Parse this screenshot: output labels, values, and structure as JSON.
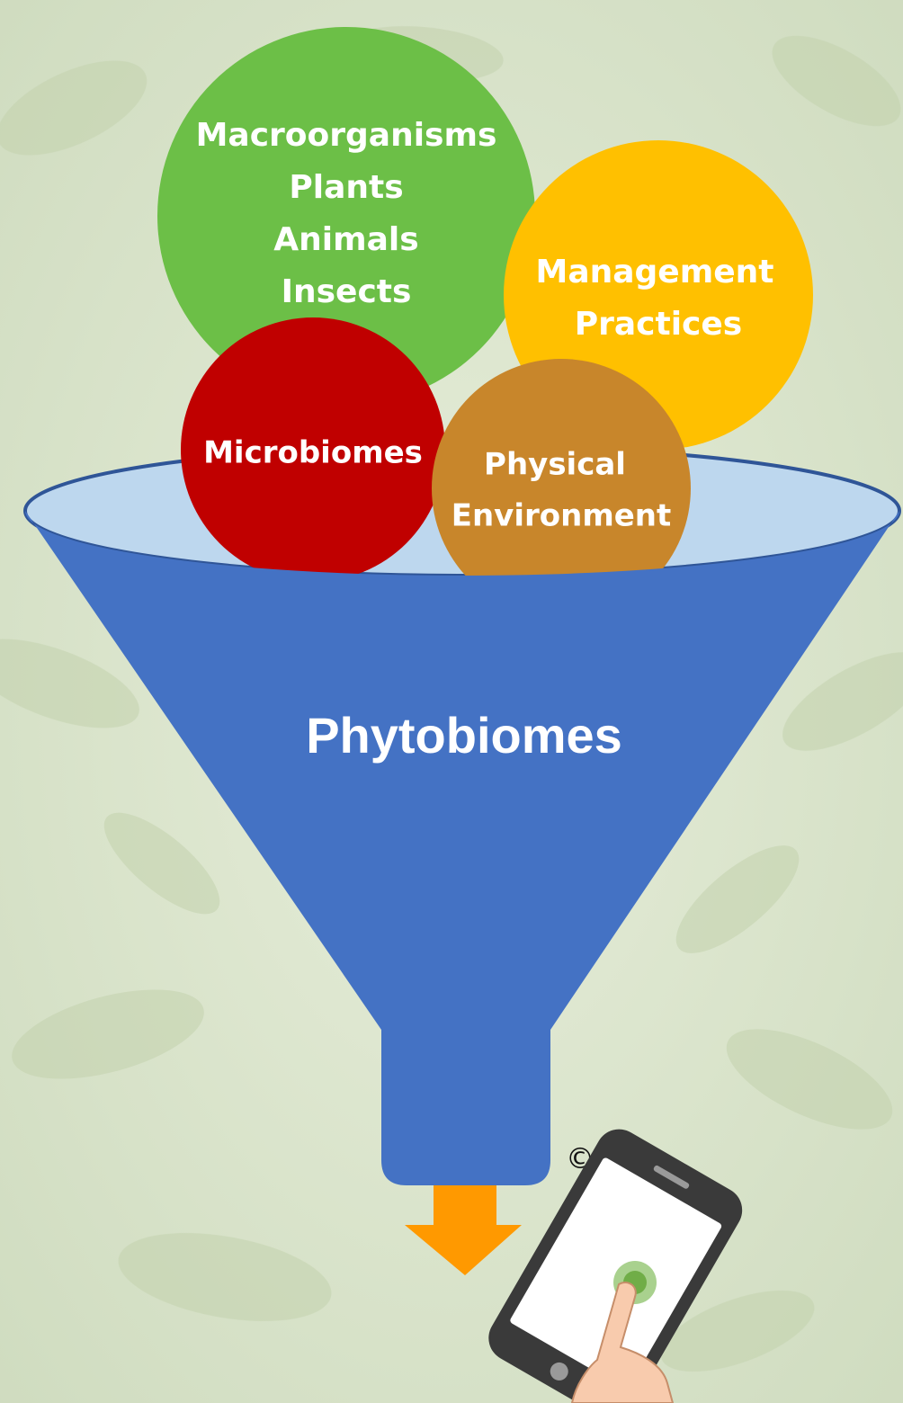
{
  "diagram": {
    "circles": {
      "macroorganisms": {
        "lines": [
          "Macroorganisms",
          "Plants",
          "Animals",
          "Insects"
        ],
        "color": "#6CBF47"
      },
      "management": {
        "lines": [
          "Management",
          "Practices"
        ],
        "color": "#FFC000"
      },
      "microbiomes": {
        "lines": [
          "Microbiomes"
        ],
        "color": "#C00000"
      },
      "physical": {
        "lines": [
          "Physical",
          "Environment"
        ],
        "color": "#C8862B"
      }
    },
    "funnel": {
      "label": "Phytobiomes",
      "color": "#4472C4",
      "rim_color": "#BDD7EE"
    },
    "output_arrow": {
      "color": "#FF9900"
    },
    "copyright": "©",
    "icons": {
      "phone": "smartphone-touch-icon"
    },
    "background_color": "#DCE6CF"
  }
}
